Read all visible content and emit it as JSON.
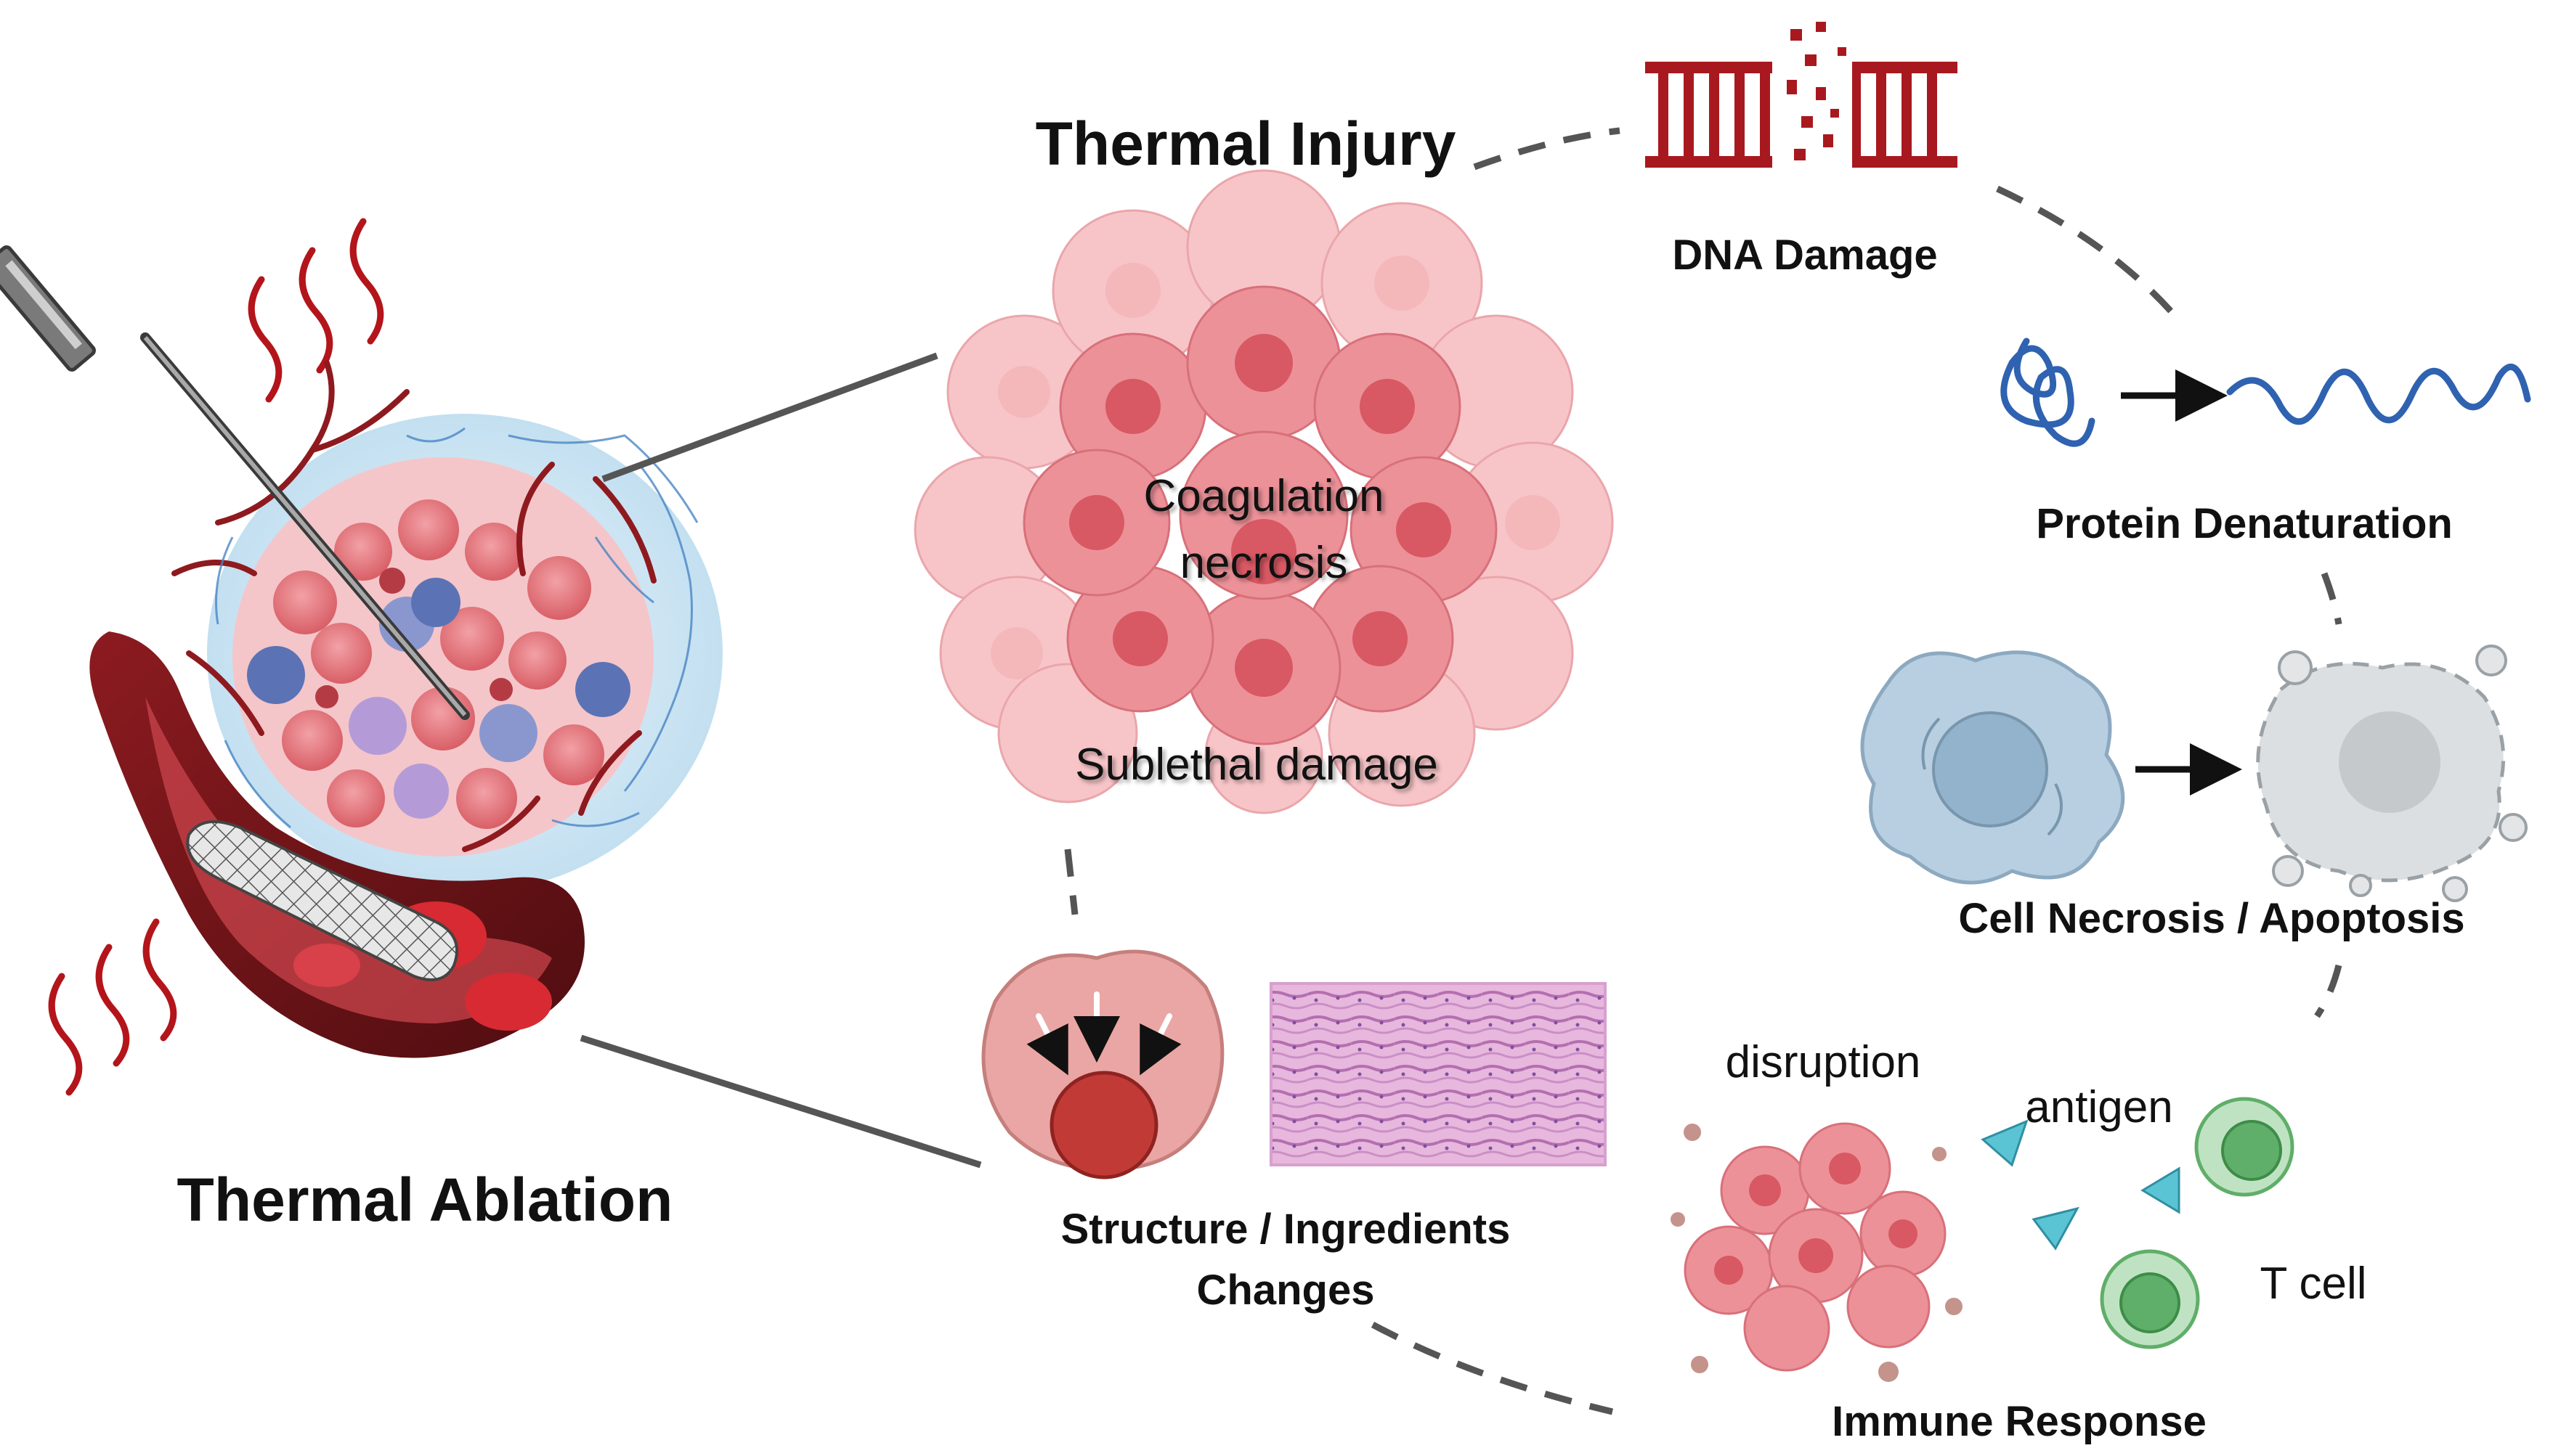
{
  "labels": {
    "thermal_ablation": "Thermal Ablation",
    "thermal_injury": "Thermal Injury",
    "coagulation": "Coagulation",
    "necrosis": "necrosis",
    "sublethal_damage": "Sublethal damage",
    "dna_damage": "DNA Damage",
    "protein_denaturation": "Protein Denaturation",
    "cell_necrosis_apoptosis": "Cell Necrosis / Apoptosis",
    "disruption": "disruption",
    "antigen": "antigen",
    "t_cell": "T cell",
    "immune_response": "Immune Response",
    "structure_changes_line1": "Structure / Ingredients",
    "structure_changes_line2": "Changes"
  },
  "colors": {
    "heat_wave": "#b3151b",
    "tumor_pink": "#e88a8f",
    "cell_red": "#d9545c",
    "vessel_dark": "#6e1418",
    "capillary_blue": "#4a86c5",
    "halo_blue": "#cfe6f3",
    "dna_red": "#a8191f",
    "protein_blue": "#2f62b0",
    "cell_bluegray": "#a9c3d6",
    "dead_cell_gray": "#d4d7d9",
    "t_cell_green": "#5fae69",
    "antigen_teal": "#5bc4d4",
    "tissue_purple": "#c88bc3",
    "connector_gray": "#555555"
  },
  "icons": [
    "needle-probe-icon",
    "heat-wave-icon",
    "blood-vessel-icon",
    "stent-icon",
    "dna-damage-icon",
    "protein-icon",
    "cell-icon",
    "apoptotic-cell-icon",
    "t-cell-icon",
    "antigen-icon",
    "tissue-section-icon",
    "shrinking-tumor-icon"
  ]
}
